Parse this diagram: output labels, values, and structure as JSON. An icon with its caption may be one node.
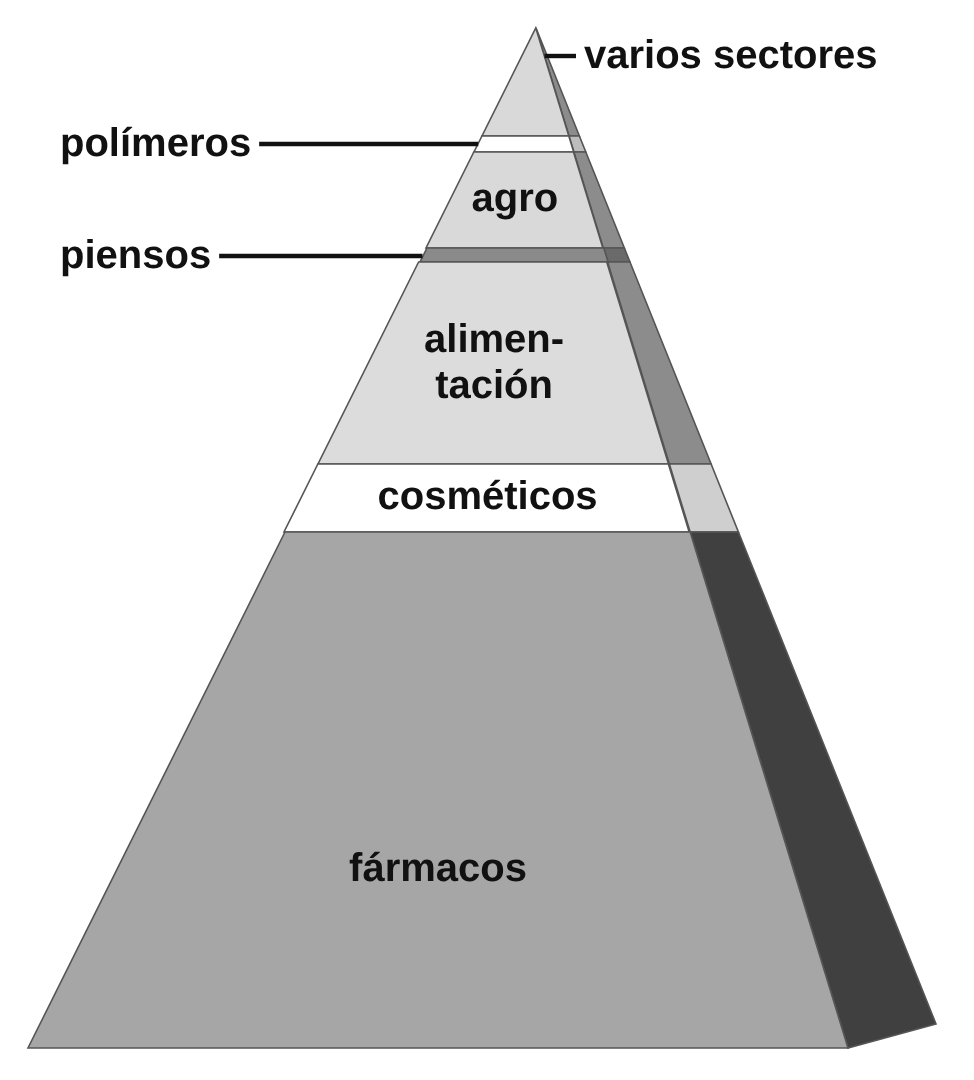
{
  "diagram": {
    "nodes": [
      {
        "text": [
          "varios sectores"
        ]
      },
      {
        "text": [],
        "shape": "band"
      },
      {
        "text": [
          "polímeros"
        ]
      },
      {
        "text": [],
        "shape": "band"
      },
      {
        "text": [
          "agro"
        ]
      },
      {
        "text": [
          "piensos"
        ]
      },
      {
        "text": [],
        "shape": "band"
      },
      {
        "text": [
          "alimen-tación"
        ]
      },
      {
        "text": [
          "cosméticos"
        ]
      },
      {
        "text": [
          "fármacos"
        ]
      }
    ],
    "edges": [
      {
        "from": 0,
        "to": 1,
        "arrow": "none"
      },
      {
        "from": 2,
        "to": 3,
        "arrow": "none"
      },
      {
        "from": 5,
        "to": 6,
        "arrow": "none"
      }
    ]
  }
}
